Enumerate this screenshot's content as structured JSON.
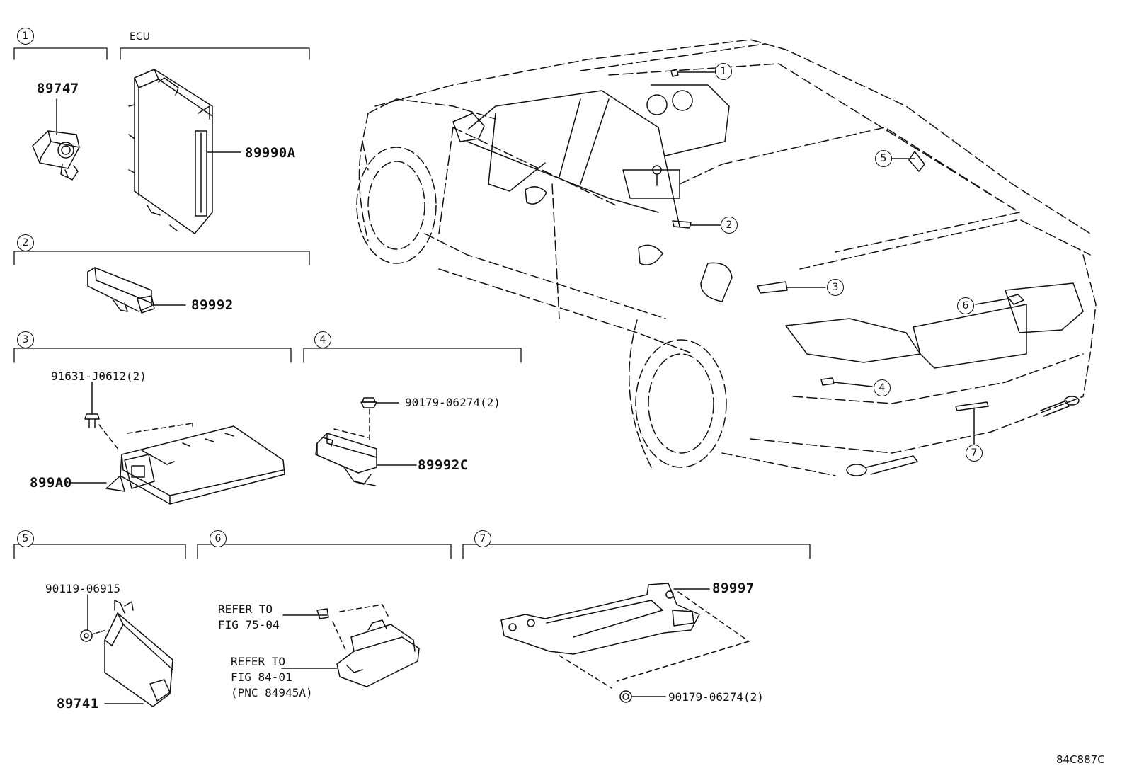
{
  "sections": [
    {
      "num": "1",
      "header": "",
      "parts": [
        "89747"
      ]
    },
    {
      "num": "",
      "header": "ECU",
      "parts": [
        "89990A"
      ]
    },
    {
      "num": "2",
      "header": "",
      "parts": [
        "89992"
      ]
    },
    {
      "num": "3",
      "header": "",
      "parts": [
        "91631-J0612(2)",
        "899A0"
      ]
    },
    {
      "num": "4",
      "header": "",
      "parts": [
        "90179-06274(2)",
        "89992C"
      ]
    },
    {
      "num": "5",
      "header": "",
      "parts": [
        "90119-06915",
        "89741"
      ]
    },
    {
      "num": "6",
      "header": "",
      "refs": [
        "REFER TO",
        "FIG 75-04",
        "REFER TO",
        "FIG 84-01",
        "(PNC 84945A)"
      ]
    },
    {
      "num": "7",
      "header": "",
      "parts": [
        "89997",
        "90179-06274(2)"
      ]
    }
  ],
  "car_callouts": [
    "1",
    "2",
    "3",
    "4",
    "5",
    "6",
    "7"
  ],
  "diagram_code": "84C887C"
}
